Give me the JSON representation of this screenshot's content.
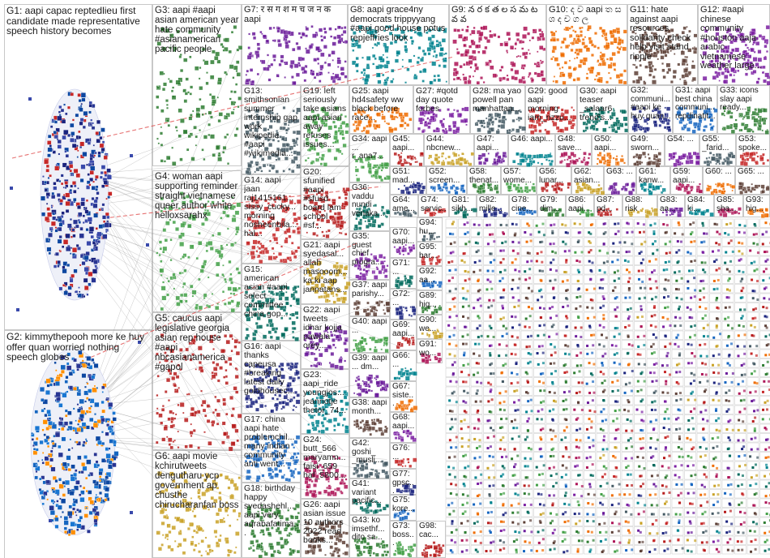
{
  "colors": {
    "background": "#ffffff",
    "group_border": "#c8c8c8",
    "edge_gray": "#9a9a9a",
    "edge_red": "#e05050",
    "cluster_palette": [
      "#1a237e",
      "#1565c0",
      "#2e7d32",
      "#43a047",
      "#b71c1c",
      "#c9a227",
      "#6a1b9a",
      "#00838f",
      "#ad1457",
      "#ef6c00",
      "#5d4037",
      "#7b1fa2",
      "#455a64",
      "#c62828",
      "#00695c"
    ]
  },
  "groups": [
    {
      "id": "G1",
      "label": "G1: aapi capac reptedlieu first candidate made representative speech history becomes"
    },
    {
      "id": "G2",
      "label": "G2: kimmythepooh more ke huy offer quan worried nothing speech globes"
    },
    {
      "id": "G3",
      "label": "G3: aapi #aapi asian american year hate community #asianamerican pacific people"
    },
    {
      "id": "G4",
      "label": "G4: woman aapi supporting reminder straight vietnamese queer author white helloxsarahx"
    },
    {
      "id": "G5",
      "label": "G5: caucus aapi legislative georgia asian rep house #aapi nbcasianamerica #gapol"
    },
    {
      "id": "G6",
      "label": "G6: aapi movie kchirutweets dengutharu ycp government ap chusthe chirucharanfan boss"
    },
    {
      "id": "G7",
      "label": "G7: र स ग श म च ज न क aapi"
    },
    {
      "id": "G8",
      "label": "G8: aapi grace4ny democrats trippyyang #aapi good house potus repjeffries look"
    },
    {
      "id": "G9",
      "label": "G9: న ర క త ల స మ ట వ వ"
    },
    {
      "id": "G10",
      "label": "G10: ද ව aapi ත ස ශ ද ච ග ල"
    },
    {
      "id": "G11",
      "label": "G11: hate against aapi resources solidarity check help visit stand ripple"
    },
    {
      "id": "G12",
      "label": "G12: #aapi chinese community #houston aaja arabic vietnamese weather large..."
    },
    {
      "id": "G13",
      "label": "G13: smithsonian summer internship gap work wikipedia #aapi #wikimedia..."
    },
    {
      "id": "G14",
      "label": "G14: aapi jaan raj1415161... sissy_cucky... morning nosheenbila... hal..."
    },
    {
      "id": "G15",
      "label": "G15: american asian #aapi select committee china gop..."
    },
    {
      "id": "G16",
      "label": "G16: aapi thanks capeusa #breaking latest daily goldhousec..."
    },
    {
      "id": "G17",
      "label": "G17: china aapi hate problemchil... many indian community anti went..."
    },
    {
      "id": "G18",
      "label": "G18: birthday happy syedashehl... aapi very aqrabafatima..."
    },
    {
      "id": "G19",
      "label": "G19: left seriously take asians aapi asian away refuses issues..."
    },
    {
      "id": "G20",
      "label": "G20: sfunified #aapi #sfusd board lam school #sf..."
    },
    {
      "id": "G21",
      "label": "G21: aapi syedasal... allah masooom... ka ki aap jannatans..."
    },
    {
      "id": "G22",
      "label": "G22: aapi tweets idhar kojja pawala orey..."
    },
    {
      "id": "G23",
      "label": "G23: aapi_ride youngjos... jeannotje thetor_74..."
    },
    {
      "id": "G24",
      "label": "G24: butt_566 maryamn... faisi_659 haf_5800..."
    },
    {
      "id": "G25",
      "label": "G25: aapi hd4safety ww black before race..."
    },
    {
      "id": "G26",
      "label": "G26: aapi asian issue 10 authors 2022 read books..."
    },
    {
      "id": "G27",
      "label": "G27: #qotd day quote forbes"
    },
    {
      "id": "G28",
      "label": "G28: ma yao powell pan manhattan..."
    },
    {
      "id": "G29",
      "label": "G29: good aapi morning iam_rizzu..."
    },
    {
      "id": "G30",
      "label": "G30: aapi teaser _salaar6 trend's..."
    },
    {
      "id": "G32",
      "label": "G32: communi... #aapi ke huy quan..."
    },
    {
      "id": "G31",
      "label": "G31: aapi best china communi... repdinatit..."
    },
    {
      "id": "G33",
      "label": "G33: icons slay aapi ready..."
    },
    {
      "id": "G34",
      "label": "G34: aapi ... r_ana7..."
    },
    {
      "id": "G45",
      "label": "G45: aapi..."
    },
    {
      "id": "G44",
      "label": "G44: nbcnew..."
    },
    {
      "id": "G47",
      "label": "G47: aapi..."
    },
    {
      "id": "G46",
      "label": "G46: aapi..."
    },
    {
      "id": "G48",
      "label": "G48: save..."
    },
    {
      "id": "G50",
      "label": "G50: aapi..."
    },
    {
      "id": "G49",
      "label": "G49: sworn..."
    },
    {
      "id": "G54",
      "label": "G54: ..."
    },
    {
      "id": "G55",
      "label": "G55: _farid..."
    },
    {
      "id": "G53",
      "label": "G53: spoke..."
    },
    {
      "id": "G36",
      "label": "G36: vaddu nundi venaka..."
    },
    {
      "id": "G51",
      "label": "G51: mad..."
    },
    {
      "id": "G52",
      "label": "G52: screen..."
    },
    {
      "id": "G58",
      "label": "G58: thenat..."
    },
    {
      "id": "G57",
      "label": "G57: wome..."
    },
    {
      "id": "G56",
      "label": "G56: lunar..."
    },
    {
      "id": "G62",
      "label": "G62: asian..."
    },
    {
      "id": "G63",
      "label": "G63: ..."
    },
    {
      "id": "G61",
      "label": "G61: kanw..."
    },
    {
      "id": "G59",
      "label": "G59: aapi..."
    },
    {
      "id": "G60",
      "label": "G60: ..."
    },
    {
      "id": "G65",
      "label": "G65: ..."
    },
    {
      "id": "G35",
      "label": "G35: guest chief progra..."
    },
    {
      "id": "G64",
      "label": "G64: ame..."
    },
    {
      "id": "G74",
      "label": "G74: servic..."
    },
    {
      "id": "G81",
      "label": "G81: sikh..."
    },
    {
      "id": "G82",
      "label": "G82: mille..."
    },
    {
      "id": "G78",
      "label": "G78: cine..."
    },
    {
      "id": "G79",
      "label": "G79: dim..."
    },
    {
      "id": "G86",
      "label": "G86: aapi..."
    },
    {
      "id": "G87",
      "label": "G87: pd..."
    },
    {
      "id": "G88",
      "label": "G88: risk"
    },
    {
      "id": "G83",
      "label": "G83: aa..."
    },
    {
      "id": "G84",
      "label": "G84: ki..."
    },
    {
      "id": "G85",
      "label": "G85: sha..."
    },
    {
      "id": "G93",
      "label": "G93: hig..."
    },
    {
      "id": "G37",
      "label": "G37: aapi parishy..."
    },
    {
      "id": "G70",
      "label": "G70: aapi..."
    },
    {
      "id": "G94",
      "label": "G94: hu..."
    },
    {
      "id": "G95",
      "label": "G95: bar..."
    },
    {
      "id": "G71",
      "label": "G71: ..."
    },
    {
      "id": "G72",
      "label": "G72: ..."
    },
    {
      "id": "G92",
      "label": "G92: aa..."
    },
    {
      "id": "G89",
      "label": "G89: hig..."
    },
    {
      "id": "G40",
      "label": "G40: aapi ..."
    },
    {
      "id": "G69",
      "label": "G69: aapi..."
    },
    {
      "id": "G90",
      "label": "G90: we..."
    },
    {
      "id": "G39",
      "label": "G39: aapi ... dm..."
    },
    {
      "id": "G66",
      "label": "G66: ..."
    },
    {
      "id": "G91",
      "label": "G91: wo..."
    },
    {
      "id": "G67",
      "label": "G67: siste..."
    },
    {
      "id": "G38",
      "label": "G38: aapi month..."
    },
    {
      "id": "G68",
      "label": "G68: aapi..."
    },
    {
      "id": "G42",
      "label": "G42: goshi_ _musli..."
    },
    {
      "id": "G76",
      "label": "G76: ..."
    },
    {
      "id": "G41",
      "label": "G41: variant pacific..."
    },
    {
      "id": "G77",
      "label": "G77: gpsc..."
    },
    {
      "id": "G75",
      "label": "G75: kore..."
    },
    {
      "id": "G43",
      "label": "G43: ko imsethf... dito sa..."
    },
    {
      "id": "G73",
      "label": "G73: boss..."
    },
    {
      "id": "G98",
      "label": "G98: cac..."
    }
  ]
}
